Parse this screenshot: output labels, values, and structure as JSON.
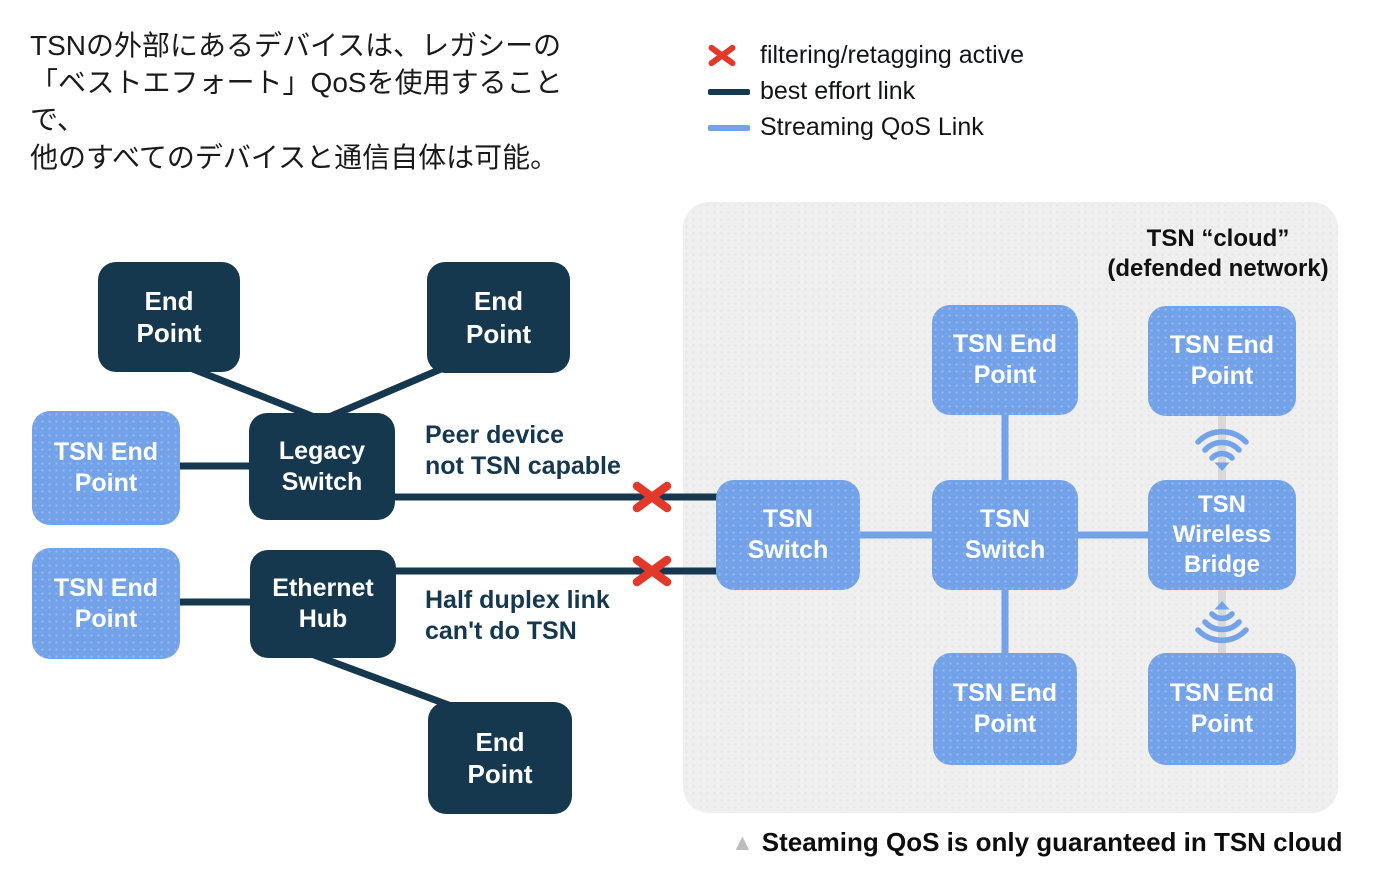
{
  "note_ja": {
    "text": "TSNの外部にあるデバイスは、レガシーの\n「ベストエフォート」QoSを使用することで、\n他のすべてのデバイスと通信自体は可能。"
  },
  "legend": {
    "items": [
      {
        "icon": "x-mark",
        "label": "filtering/retagging active"
      },
      {
        "icon": "best-effort-line",
        "label": "best effort link"
      },
      {
        "icon": "streaming-qos-line",
        "label": "Streaming QoS Link"
      }
    ]
  },
  "cloud": {
    "title": "TSN “cloud”\n(defended network)"
  },
  "node_labels": {
    "end_point": "End\nPoint",
    "tsn_end_point": "TSN End\nPoint",
    "legacy_switch": "Legacy\nSwitch",
    "ethernet_hub": "Ethernet\nHub",
    "tsn_switch": "TSN\nSwitch",
    "tsn_wireless_bridge": "TSN\nWireless\nBridge"
  },
  "annotations": {
    "peer_device": "Peer device\nnot TSN capable",
    "half_duplex": "Half duplex link\ncan't do TSN"
  },
  "caption": {
    "marker": "triangle",
    "text": "Steaming QoS is only guaranteed in TSN cloud"
  },
  "colors": {
    "navy": "#16384E",
    "blue": "#73A2E9",
    "red": "#E2392B",
    "cloud_bg": "#EFEFEF",
    "gray_line": "#D8D8D8",
    "triangle": "#BDBDBD"
  }
}
